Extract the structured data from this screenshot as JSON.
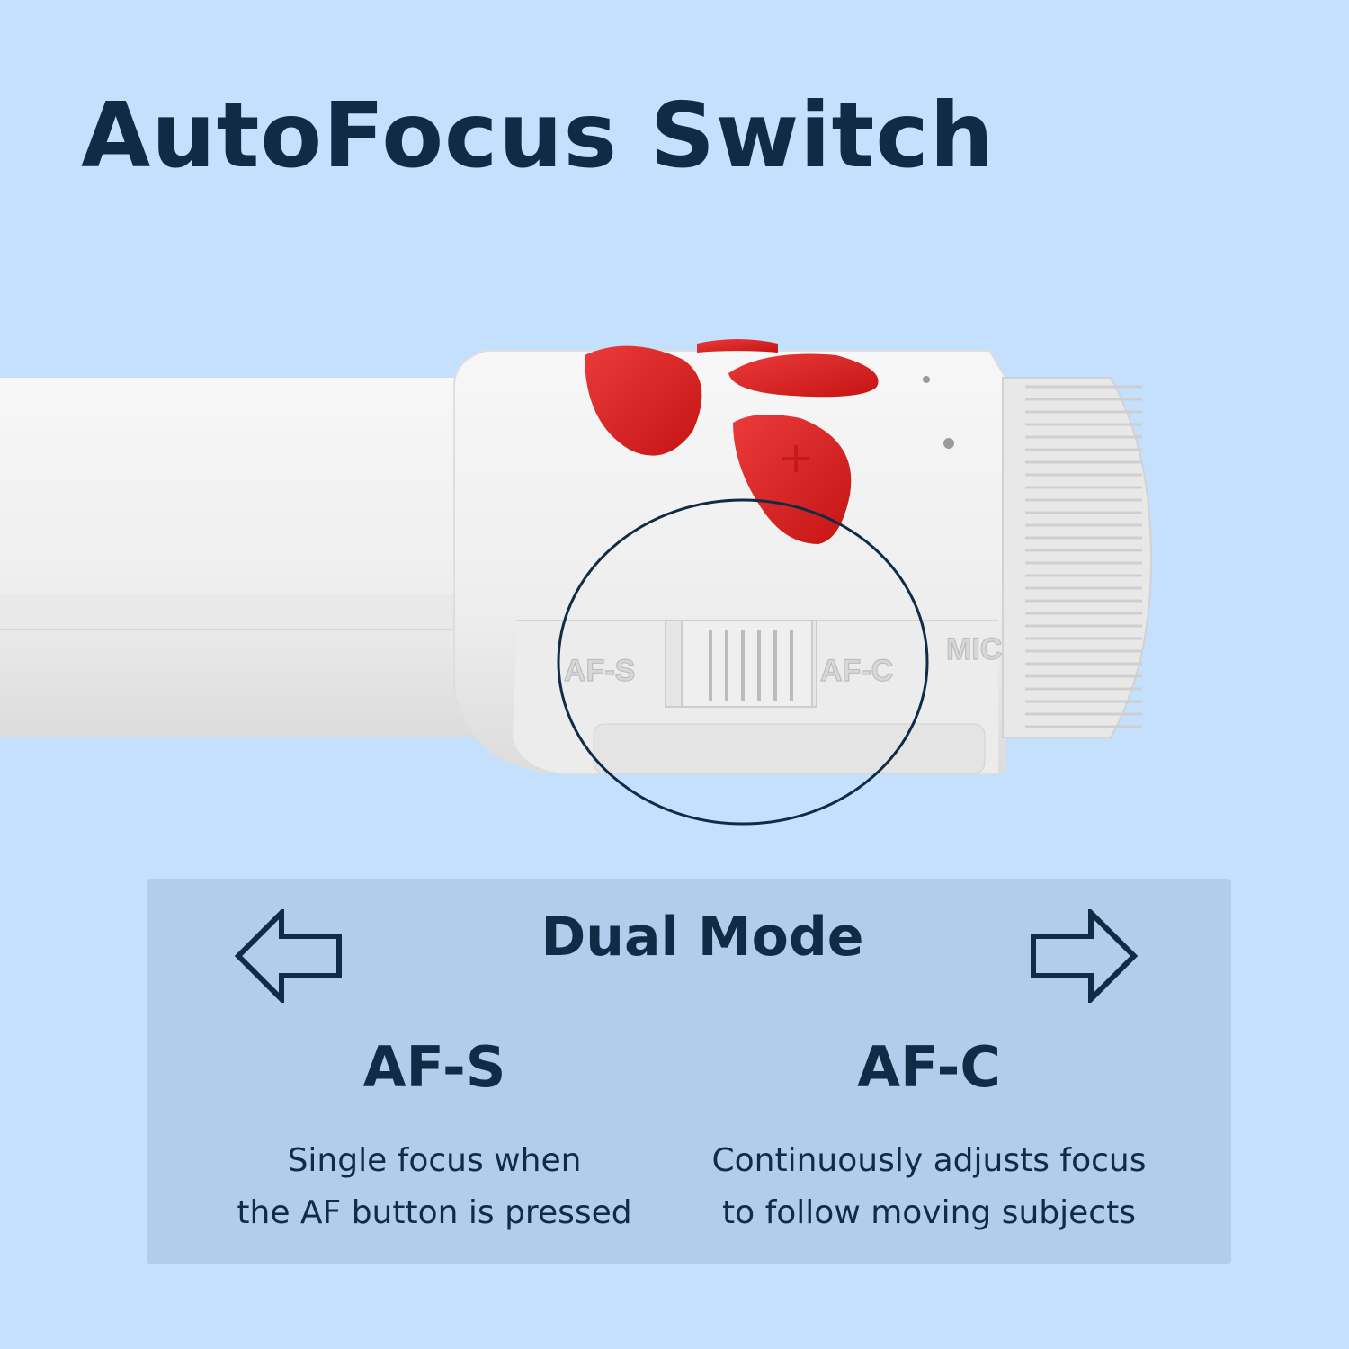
{
  "headline": "AutoFocus Switch",
  "device": {
    "labels": {
      "af_s": "AF-S",
      "af_c": "AF-C",
      "mic": "MIC"
    }
  },
  "panel": {
    "title": "Dual Mode",
    "modes": [
      {
        "name": "AF-S",
        "desc_line1": "Single focus when",
        "desc_line2": "the AF button is pressed"
      },
      {
        "name": "AF-C",
        "desc_line1": "Continuously adjusts focus",
        "desc_line2": "to follow moving subjects"
      }
    ]
  },
  "colors": {
    "background": "#c4e0fc",
    "panel": "#b1cdeb",
    "text": "#0f2b45",
    "buttons": "#e02424",
    "device_body": "#f2f2f2"
  },
  "icons": [
    "left-arrow-icon",
    "right-arrow-icon",
    "focus-circle-icon"
  ]
}
